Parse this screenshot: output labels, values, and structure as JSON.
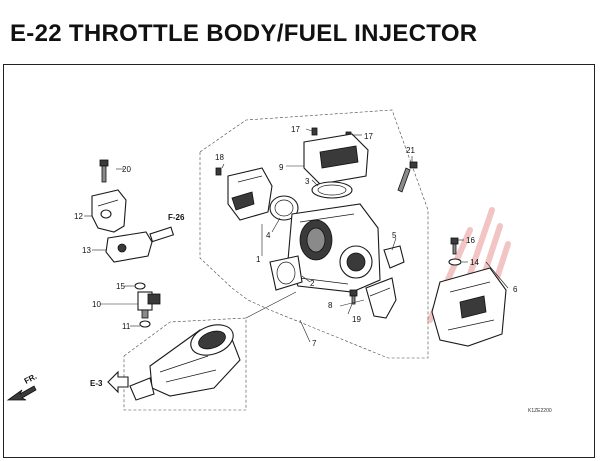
{
  "title": "E-22 THROTTLE BODY/FUEL INJECTOR",
  "callouts": [
    "1",
    "2",
    "3",
    "4",
    "5",
    "6",
    "7",
    "8",
    "9",
    "10",
    "11",
    "12",
    "13",
    "14",
    "15",
    "16",
    "17",
    "17",
    "18",
    "19",
    "20",
    "21"
  ],
  "references": {
    "f26": "F-26",
    "e3": "E-3",
    "front": "FR."
  },
  "drawing_code": "K1ZE2200"
}
